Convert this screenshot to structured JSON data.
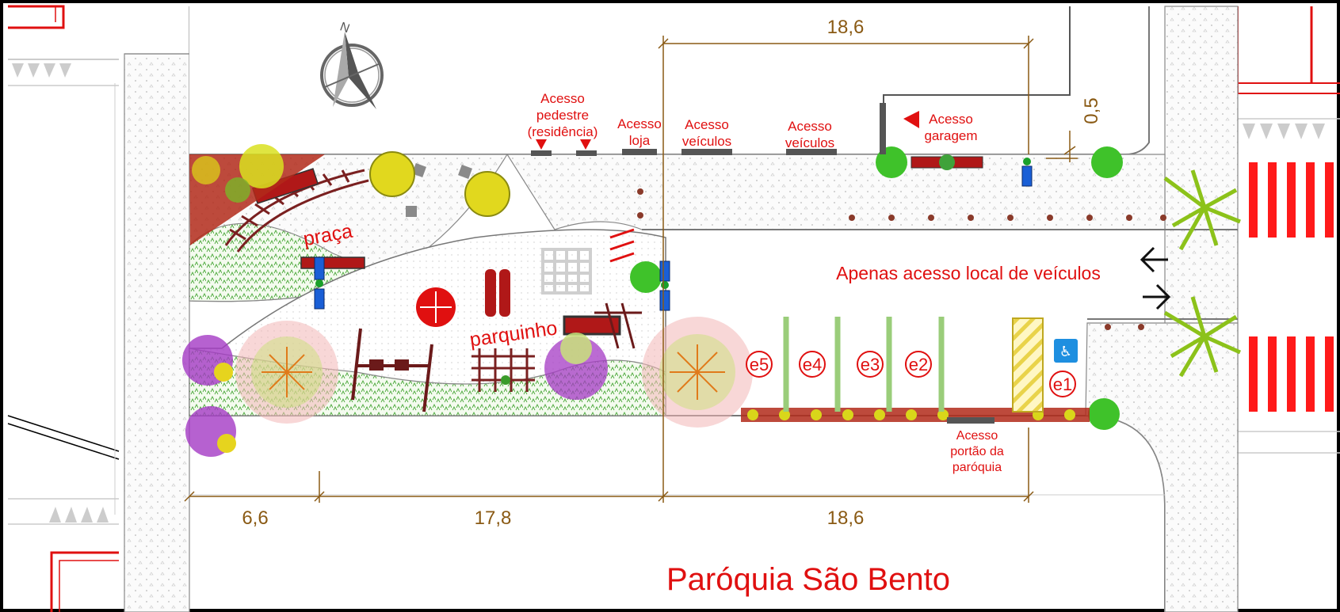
{
  "labels": {
    "acesso_pedestre": [
      "Acesso",
      "pedestre",
      "(residência)"
    ],
    "acesso_loja": [
      "Acesso",
      "loja"
    ],
    "acesso_veiculos_1": [
      "Acesso",
      "veículos"
    ],
    "acesso_veiculos_2": [
      "Acesso",
      "veículos"
    ],
    "acesso_garagem": [
      "Acesso",
      "garagem"
    ],
    "acesso_portao": [
      "Acesso",
      "portão da",
      "paróquia"
    ],
    "apenas_acesso": "Apenas acesso local de veículos",
    "praca": "praça",
    "parquinho": "parquinho",
    "paroquia": "Paróquia São Bento",
    "north": "N"
  },
  "dimensions": {
    "top_span": "18,6",
    "right_offset": "0,5",
    "bottom_left": "6,6",
    "bottom_mid": "17,8",
    "bottom_right": "18,6"
  },
  "parking_spots": [
    "e5",
    "e4",
    "e3",
    "e2",
    "e1"
  ],
  "colors": {
    "label_red": "#e01010",
    "dimension_brown": "#8a5a14",
    "crosswalk_red": "#ff1a1a",
    "bench_red": "#b01818",
    "accessibility_blue": "#1a5fd6"
  }
}
